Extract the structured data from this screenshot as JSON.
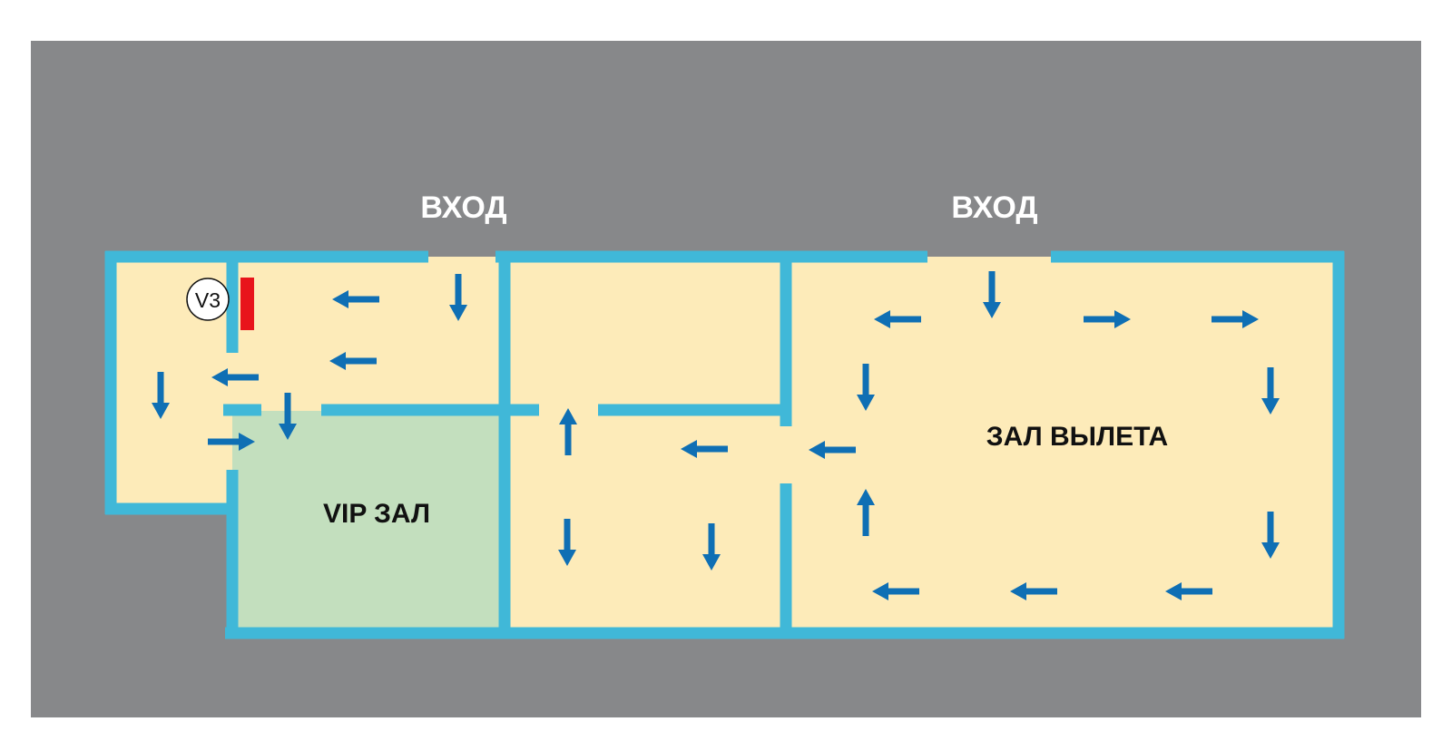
{
  "labels": {
    "entrance_left": "ВХОД",
    "entrance_right": "ВХОД",
    "vip_hall": "VIP ЗАЛ",
    "departure_hall": "ЗАЛ ВЫЛЕТА",
    "camera_marker": "V3"
  },
  "colors": {
    "background": "#87888a",
    "floor": "#fdebb9",
    "vip_floor": "#c3dfbe",
    "wall": "#40b8d8",
    "arrow": "#0f6fb4",
    "marker": "#e8141b",
    "entrance_text": "#ffffff",
    "room_text": "#111111"
  },
  "arrows": [
    {
      "id": "a1",
      "dir": "left"
    },
    {
      "id": "a2",
      "dir": "down"
    },
    {
      "id": "a3",
      "dir": "left"
    },
    {
      "id": "a4",
      "dir": "left"
    },
    {
      "id": "a5",
      "dir": "down"
    },
    {
      "id": "a6",
      "dir": "down"
    },
    {
      "id": "a7",
      "dir": "right"
    },
    {
      "id": "a8",
      "dir": "up"
    },
    {
      "id": "a9",
      "dir": "left"
    },
    {
      "id": "a10",
      "dir": "down"
    },
    {
      "id": "a11",
      "dir": "down"
    },
    {
      "id": "a12",
      "dir": "left"
    },
    {
      "id": "a13",
      "dir": "left"
    },
    {
      "id": "a14",
      "dir": "down"
    },
    {
      "id": "a15",
      "dir": "right"
    },
    {
      "id": "a16",
      "dir": "right"
    },
    {
      "id": "a17",
      "dir": "down"
    },
    {
      "id": "a18",
      "dir": "down"
    },
    {
      "id": "a19",
      "dir": "up"
    },
    {
      "id": "a20",
      "dir": "down"
    },
    {
      "id": "a21",
      "dir": "left"
    },
    {
      "id": "a22",
      "dir": "left"
    },
    {
      "id": "a23",
      "dir": "left"
    }
  ]
}
